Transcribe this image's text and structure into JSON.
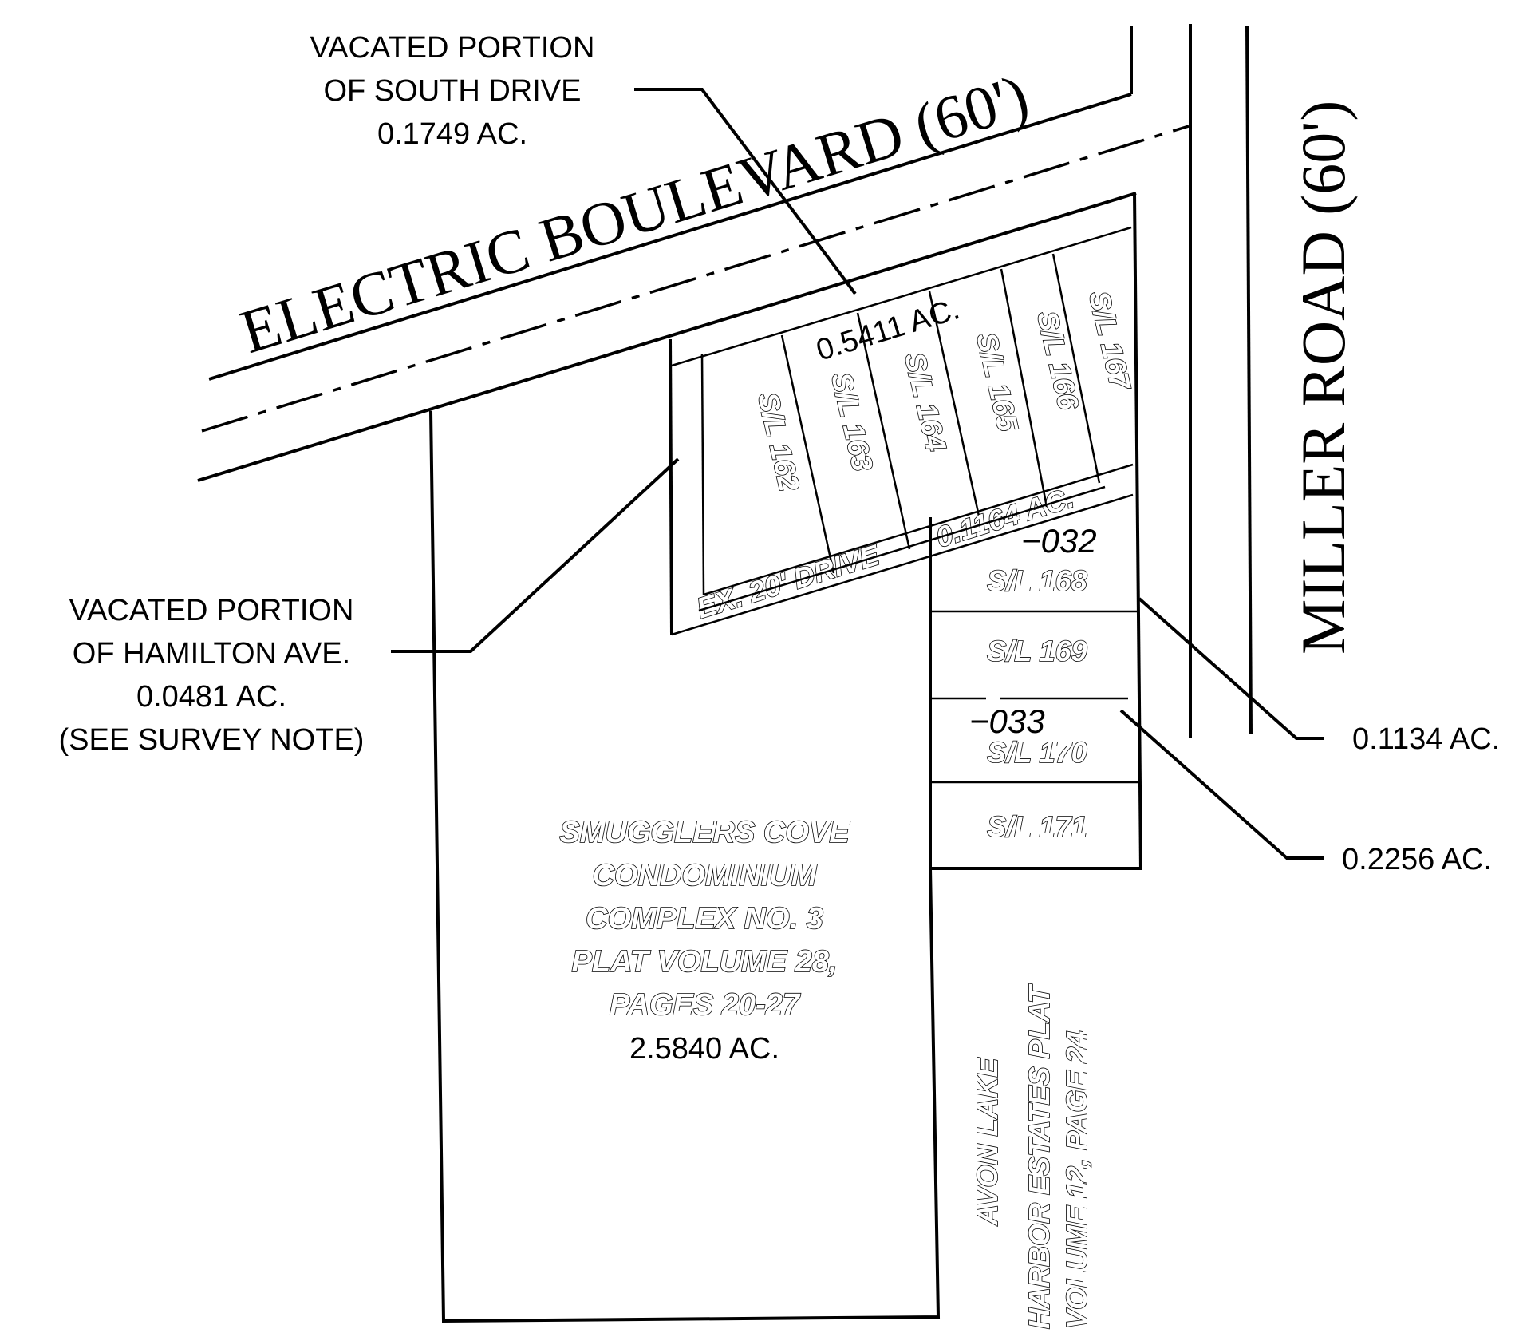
{
  "roads": {
    "electric": "ELECTRIC BOULEVARD (60')",
    "miller": "MILLER ROAD (60')"
  },
  "callouts": {
    "south_drive": [
      "VACATED PORTION",
      "OF SOUTH DRIVE",
      "0.1749 AC."
    ],
    "hamilton": [
      "VACATED PORTION",
      "OF HAMILTON AVE.",
      "0.0481 AC.",
      "(SEE SURVEY NOTE)"
    ],
    "right_upper": "0.1134 AC.",
    "right_lower": "0.2256 AC."
  },
  "parcels": {
    "top_area": "0.5411 AC.",
    "drive": "EX. 20' DRIVE",
    "drive_area": "0.1164 AC.",
    "id_032": "−032",
    "id_033": "−033"
  },
  "lots": {
    "angled": [
      "S/L 162",
      "S/L 163",
      "S/L 164",
      "S/L 165",
      "S/L 166",
      "S/L 167"
    ],
    "stacked": [
      "S/L 168",
      "S/L 169",
      "S/L 170",
      "S/L 171"
    ]
  },
  "condo": [
    "SMUGGLERS COVE",
    "CONDOMINIUM",
    "COMPLEX NO. 3",
    "PLAT VOLUME 28,",
    "PAGES 20-27"
  ],
  "condo_area": "2.5840 AC.",
  "avon": [
    "AVON LAKE",
    "HARBOR ESTATES PLAT",
    "VOLUME 12, PAGE 24"
  ]
}
